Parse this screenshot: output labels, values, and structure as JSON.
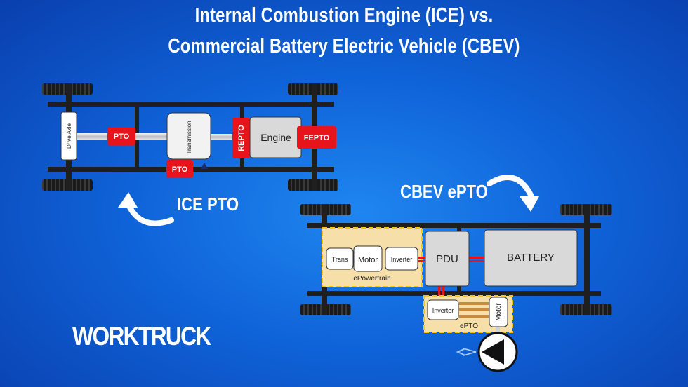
{
  "title": {
    "line1": "Internal Combustion Engine (ICE) vs.",
    "line2": "Commercial Battery Electric Vehicle (CBEV)"
  },
  "ice": {
    "section_label": "ICE PTO",
    "drive_axle": "Drive Axle",
    "pto_rear": "PTO",
    "transmission": "Transmission",
    "pto_trans": "PTO",
    "repto": "REPTO",
    "engine": "Engine",
    "fepto": "FEPTO"
  },
  "cbev": {
    "section_label": "CBEV ePTO",
    "trans": "Trans",
    "motor": "Motor",
    "inverter": "Inverter",
    "epowertrain": "ePowertrain",
    "pdu": "PDU",
    "battery": "BATTERY",
    "epto_inverter": "Inverter",
    "epto_motor": "Motor",
    "epto": "ePTO"
  },
  "logo": "WORKTRUCK",
  "colors": {
    "pto_red": "#e8141c",
    "box_gray": "#d9d9d9",
    "frame": "#1f1f1f",
    "highlight_yellow": "#f5c518",
    "bg_blue": "#0f63d8"
  },
  "icons": [
    "curved-arrow-icon",
    "hydraulic-pump-icon",
    "wheel-icon"
  ]
}
